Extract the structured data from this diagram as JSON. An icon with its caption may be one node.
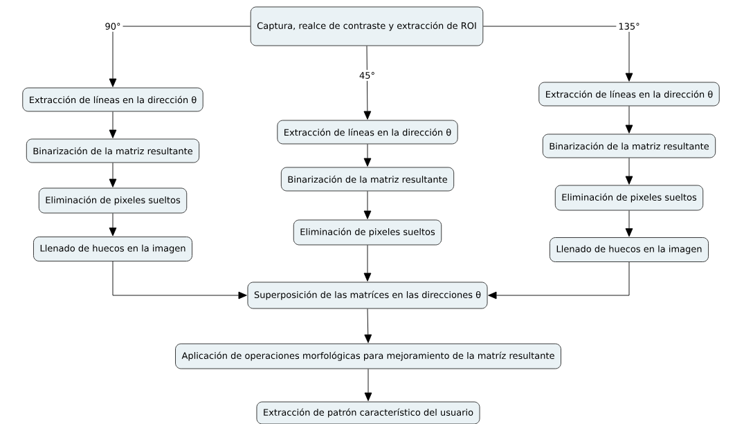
{
  "diagram": {
    "nodes": [
      {
        "text": [
          "Captura, realce de contraste y extracción de ROI"
        ]
      },
      {
        "text": [
          "Extracción de líneas en la dirección θ"
        ]
      },
      {
        "text": [
          "Binarización de la matriz resultante"
        ]
      },
      {
        "text": [
          "Eliminación de pixeles sueltos"
        ]
      },
      {
        "text": [
          "Llenado de huecos en la imagen"
        ]
      },
      {
        "text": [
          "Extracción de líneas en la dirección θ"
        ]
      },
      {
        "text": [
          "Binarización de la matriz resultante"
        ]
      },
      {
        "text": [
          "Eliminación de pixeles sueltos"
        ]
      },
      {
        "text": [
          "Extracción de líneas en la dirección θ"
        ]
      },
      {
        "text": [
          "Binarización de la matriz resultante"
        ]
      },
      {
        "text": [
          "Eliminación de pixeles sueltos"
        ]
      },
      {
        "text": [
          "Llenado de huecos en la imagen"
        ]
      },
      {
        "text": [
          "Superposición de las matríces en las direcciones θ"
        ]
      },
      {
        "text": [
          "Aplicación de operaciones morfológicas para mejoramiento de la matríz resultante"
        ]
      },
      {
        "text": [
          "Extracción de patrón característico del usuario"
        ]
      }
    ],
    "edges": [
      {
        "from": 0,
        "to": 1,
        "arrow": "to",
        "label": "90°"
      },
      {
        "from": 1,
        "to": 2,
        "arrow": "to"
      },
      {
        "from": 2,
        "to": 3,
        "arrow": "to"
      },
      {
        "from": 3,
        "to": 4,
        "arrow": "to"
      },
      {
        "from": 4,
        "to": 12,
        "arrow": "to"
      },
      {
        "from": 0,
        "to": 5,
        "arrow": "to",
        "label": "45°"
      },
      {
        "from": 5,
        "to": 6,
        "arrow": "to"
      },
      {
        "from": 6,
        "to": 7,
        "arrow": "to"
      },
      {
        "from": 7,
        "to": 12,
        "arrow": "to"
      },
      {
        "from": 0,
        "to": 8,
        "arrow": "to",
        "label": "135°"
      },
      {
        "from": 8,
        "to": 9,
        "arrow": "to"
      },
      {
        "from": 9,
        "to": 10,
        "arrow": "to"
      },
      {
        "from": 10,
        "to": 11,
        "arrow": "to"
      },
      {
        "from": 11,
        "to": 12,
        "arrow": "to"
      },
      {
        "from": 12,
        "to": 13,
        "arrow": "to"
      },
      {
        "from": 13,
        "to": 14,
        "arrow": "to"
      }
    ]
  }
}
